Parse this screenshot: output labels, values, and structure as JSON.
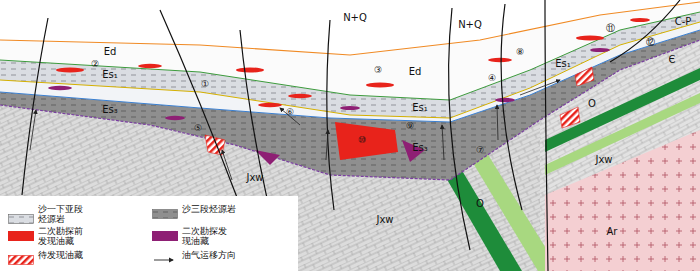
{
  "diagram": {
    "labels": [
      "N+Q",
      "N+Q",
      "Ed",
      "Ed",
      "Es₁",
      "Es₃",
      "Es₁",
      "Es₃",
      "Es₁",
      "Jxw",
      "Jxw",
      "Jxw",
      "O",
      "O",
      "Ar",
      "Є",
      "C-P",
      "①",
      "②",
      "③",
      "④",
      "⑤",
      "⑥",
      "⑦",
      "⑧",
      "⑨",
      "⑩",
      "⑪",
      "⑫"
    ],
    "legend": [
      {
        "text": "沙一下亚段烃源岩"
      },
      {
        "text": "沙三段烃源岩"
      },
      {
        "text": "二次勘探前发现油藏",
        "color": "#e8231b"
      },
      {
        "text": "二次勘探发现油藏",
        "color": "#8e1f74"
      },
      {
        "text": "待发现油藏"
      },
      {
        "text": "油气运移方向"
      }
    ]
  }
}
